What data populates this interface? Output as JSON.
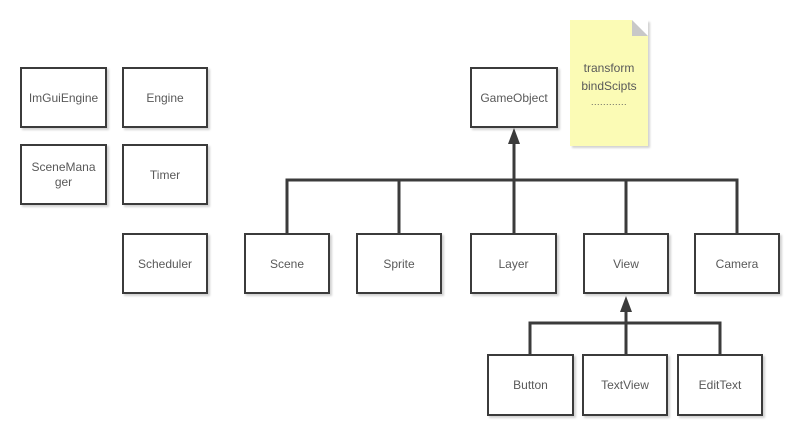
{
  "diagram": {
    "nodes": {
      "imguiengine": "ImGuiEngine",
      "engine": "Engine",
      "scenemanager": "SceneManager",
      "timer": "Timer",
      "scheduler": "Scheduler",
      "gameobject": "GameObject",
      "scene": "Scene",
      "sprite": "Sprite",
      "layer": "Layer",
      "view": "View",
      "camera": "Camera",
      "button": "Button",
      "textview": "TextView",
      "edittext": "EditText"
    },
    "note": {
      "line1": "transform",
      "line2": "bindScipts",
      "dots": "............"
    },
    "edges": [
      {
        "type": "inheritance",
        "parent": "GameObject",
        "children": [
          "Scene",
          "Sprite",
          "Layer",
          "View",
          "Camera"
        ]
      },
      {
        "type": "inheritance",
        "parent": "View",
        "children": [
          "Button",
          "TextView",
          "EditText"
        ]
      }
    ],
    "colors": {
      "canvas_bg": "#ffffff",
      "box_fill": "#ffffff",
      "box_border": "#3b3b3b",
      "line_color": "#3b3b3b",
      "text_color": "#595959",
      "note_fill": "#fbfbb5",
      "note_fold": "#c8c8c8"
    }
  }
}
